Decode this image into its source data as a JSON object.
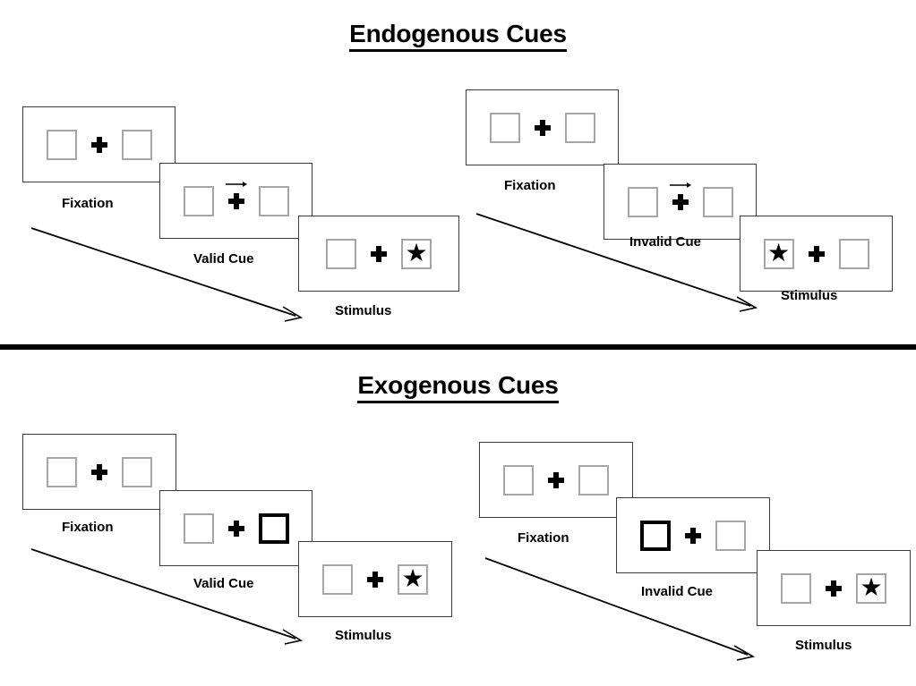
{
  "figure": {
    "type": "posner-cueing-paradigm-diagram",
    "background": "#ffffff",
    "accent_color": "#000000",
    "box_border_color": "#a6a6a6",
    "frame_border_color": "#3b3b3b"
  },
  "sections": [
    {
      "id": "endogenous",
      "title": "Endogenous Cues",
      "columns": [
        {
          "id": "endogenous-valid",
          "frames": [
            {
              "id": "endo-valid-fixation",
              "caption": "Fixation",
              "cue_type": "none",
              "left_box": "empty",
              "right_box": "empty"
            },
            {
              "id": "endo-valid-cue",
              "caption": "Valid Cue",
              "cue_type": "arrow-right",
              "left_box": "empty",
              "right_box": "empty"
            },
            {
              "id": "endo-valid-stimulus",
              "caption": "Stimulus",
              "cue_type": "none",
              "left_box": "empty",
              "right_box": "star"
            }
          ]
        },
        {
          "id": "endogenous-invalid",
          "frames": [
            {
              "id": "endo-invalid-fixation",
              "caption": "Fixation",
              "cue_type": "none",
              "left_box": "empty",
              "right_box": "empty"
            },
            {
              "id": "endo-invalid-cue",
              "caption": "Invalid Cue",
              "cue_type": "arrow-right",
              "left_box": "empty",
              "right_box": "empty"
            },
            {
              "id": "endo-invalid-stimulus",
              "caption": "Stimulus",
              "cue_type": "none",
              "left_box": "star",
              "right_box": "empty"
            }
          ]
        }
      ]
    },
    {
      "id": "exogenous",
      "title": "Exogenous Cues",
      "columns": [
        {
          "id": "exogenous-valid",
          "frames": [
            {
              "id": "exo-valid-fixation",
              "caption": "Fixation",
              "cue_type": "none",
              "left_box": "empty",
              "right_box": "empty"
            },
            {
              "id": "exo-valid-cue",
              "caption": "Valid Cue",
              "cue_type": "box-flash-right",
              "left_box": "empty",
              "right_box": "cued"
            },
            {
              "id": "exo-valid-stimulus",
              "caption": "Stimulus",
              "cue_type": "none",
              "left_box": "empty",
              "right_box": "star"
            }
          ]
        },
        {
          "id": "exogenous-invalid",
          "frames": [
            {
              "id": "exo-invalid-fixation",
              "caption": "Fixation",
              "cue_type": "none",
              "left_box": "empty",
              "right_box": "empty"
            },
            {
              "id": "exo-invalid-cue",
              "caption": "Invalid Cue",
              "cue_type": "box-flash-left",
              "left_box": "cued",
              "right_box": "empty"
            },
            {
              "id": "exo-invalid-stimulus",
              "caption": "Stimulus",
              "cue_type": "none",
              "left_box": "empty",
              "right_box": "star"
            }
          ]
        }
      ]
    }
  ],
  "glyphs": {
    "star": "★"
  }
}
